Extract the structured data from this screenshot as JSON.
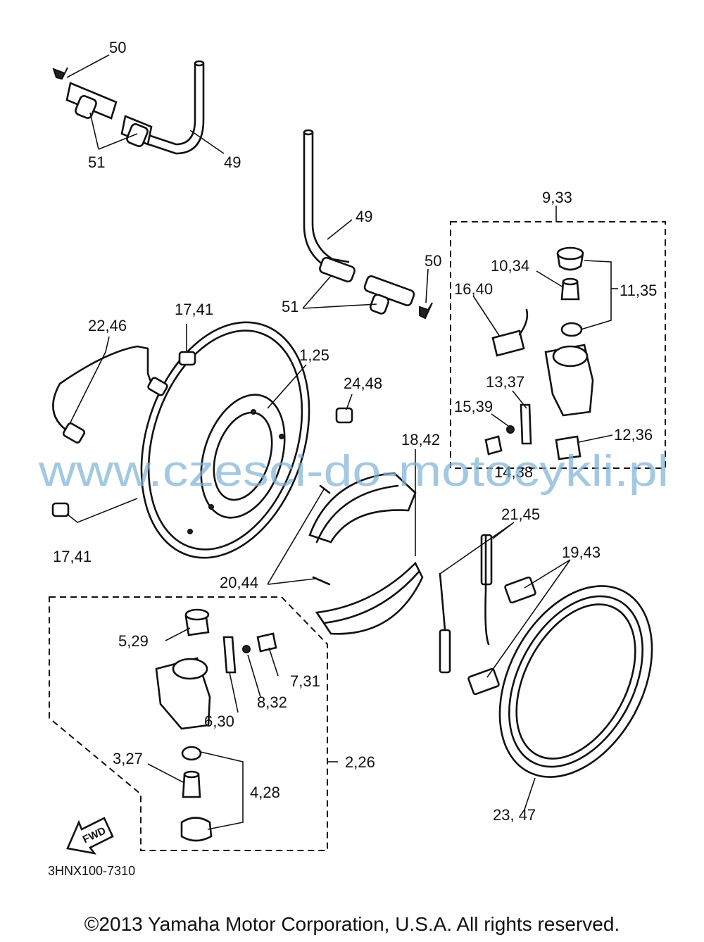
{
  "diagram": {
    "code": "3HNX100-7310",
    "watermark": "www.czesci-do-motocykli.pl",
    "copyright": "©2013 Yamaha Motor Corporation, U.S.A. All rights reserved.",
    "fwd_label": "FWD",
    "callouts": {
      "c50a": "50",
      "c51a": "51",
      "c49a": "49",
      "c49b": "49",
      "c50b": "50",
      "c51b": "51",
      "c9_33": "9,33",
      "c10_34": "10,34",
      "c11_35": "11,35",
      "c16_40": "16,40",
      "c13_37": "13,37",
      "c15_39": "15,39",
      "c12_36": "12,36",
      "c14_38": "14,38",
      "c22_46": "22,46",
      "c17_41a": "17,41",
      "c1_25": "1,25",
      "c24_48": "24,48",
      "c18_42": "18,42",
      "c17_41b": "17,41",
      "c21_45": "21,45",
      "c19_43": "19,43",
      "c20_44": "20,44",
      "c5_29": "5,29",
      "c7_31": "7,31",
      "c8_32": "8,32",
      "c6_30": "6,30",
      "c3_27": "3,27",
      "c2_26": "2,26",
      "c4_28": "4,28",
      "c23_47": "23, 47"
    }
  }
}
